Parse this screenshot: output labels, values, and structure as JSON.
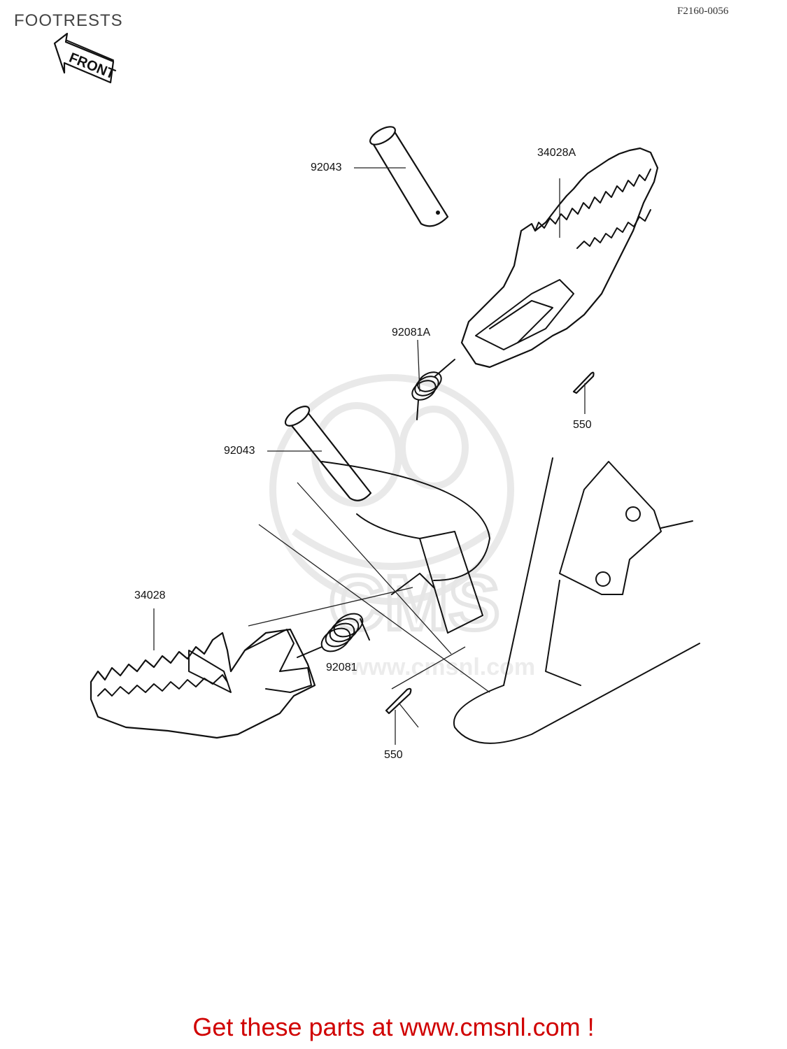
{
  "header": {
    "title": "FOOTRESTS",
    "diagram_code": "F2160-0056",
    "front_arrow_label": "FRONT"
  },
  "parts": [
    {
      "id": "pin-upper",
      "label": "92043"
    },
    {
      "id": "footpeg-right",
      "label": "34028A"
    },
    {
      "id": "spring-upper",
      "label": "92081A"
    },
    {
      "id": "cotter-upper",
      "label": "550"
    },
    {
      "id": "pin-lower",
      "label": "92043"
    },
    {
      "id": "footpeg-left",
      "label": "34028"
    },
    {
      "id": "spring-lower",
      "label": "92081"
    },
    {
      "id": "cotter-lower",
      "label": "550"
    }
  ],
  "watermark": {
    "text": "CMS",
    "url_text": "www.cmsnl.com"
  },
  "footer": {
    "text": "Get these parts at www.cmsnl.com !"
  }
}
